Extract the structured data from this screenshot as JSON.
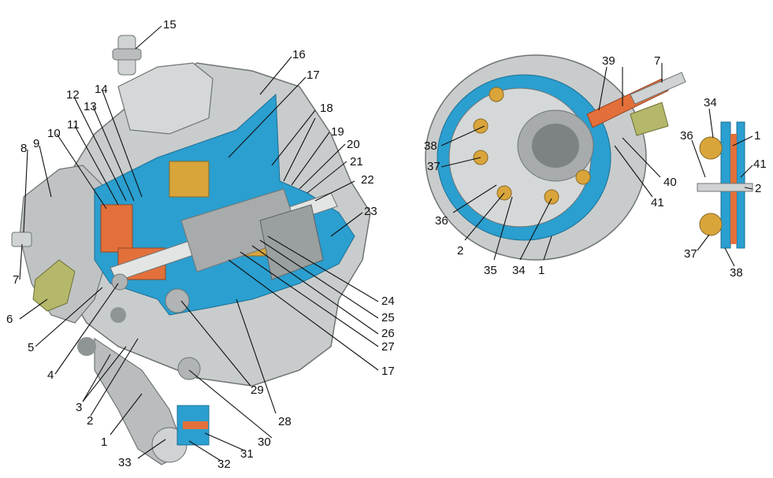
{
  "diagram": {
    "callouts": {
      "c1a": "1",
      "c2a": "2",
      "c3": "3",
      "c4": "4",
      "c5": "5",
      "c6": "6",
      "c7a": "7",
      "c8": "8",
      "c9": "9",
      "c10": "10",
      "c11": "11",
      "c12": "12",
      "c13": "13",
      "c14": "14",
      "c15": "15",
      "c16": "16",
      "c17a": "17",
      "c18": "18",
      "c19": "19",
      "c20": "20",
      "c21": "21",
      "c22": "22",
      "c23": "23",
      "c24": "24",
      "c25": "25",
      "c26": "26",
      "c27": "27",
      "c17b": "17",
      "c28": "28",
      "c29": "29",
      "c30": "30",
      "c31": "31",
      "c32": "32",
      "c33": "33",
      "d39": "39",
      "d7": "7",
      "d38": "38",
      "d37": "37",
      "d36": "36",
      "d2": "2",
      "d35": "35",
      "d34": "34",
      "d1": "1",
      "d40": "40",
      "d41": "41",
      "e34": "34",
      "e1": "1",
      "e36": "36",
      "e41": "41",
      "e2": "2",
      "e37": "37",
      "e38": "38"
    },
    "colors": {
      "housing": "#c9cccc",
      "housing_dark": "#8f9494",
      "cutaway_blue": "#2a9fd0",
      "winding_orange": "#e3703a",
      "copper": "#d9a53b",
      "mount_olive": "#b5b86a"
    }
  }
}
